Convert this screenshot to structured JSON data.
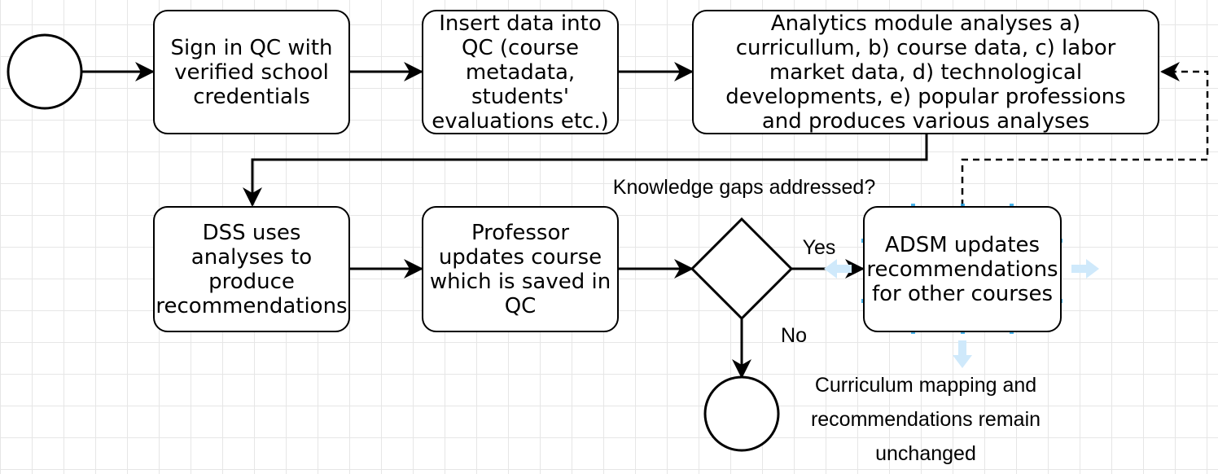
{
  "diagram": {
    "nodes": {
      "sign_in": "Sign in QC with\nverified school\ncredentials",
      "insert_data": "Insert data into\nQC (course\nmetadata,\nstudents'\nevaluations etc.)",
      "analytics": "Analytics module analyses a)\ncurricullum, b) course data, c) labor\nmarket data, d) technological\ndevelopments, e) popular professions\nand produces various analyses",
      "dss": "DSS uses\nanalyses to\nproduce\nrecommendations",
      "professor": "Professor\nupdates course\nwhich is saved in\nQC",
      "adsm": "ADSM updates\nrecommendations\nfor other courses"
    },
    "decision_question": "Knowledge gaps addressed?",
    "yes_label": "Yes",
    "no_label": "No",
    "end_note": "Curriculum mapping and\nrecommendations remain\nunchanged"
  }
}
